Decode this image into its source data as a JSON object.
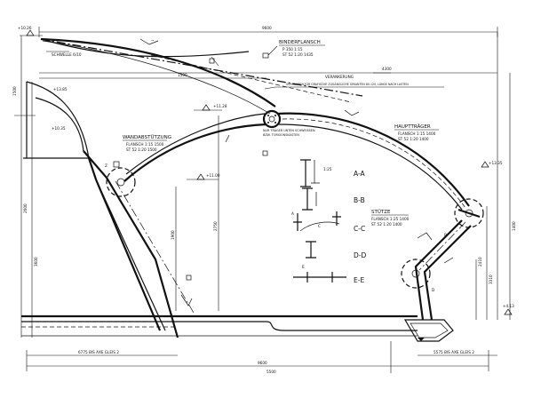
{
  "labels": {
    "top_dim": "9600",
    "dim_4300": "4300",
    "dim_1500": "1500",
    "dim_2750": "2750",
    "dim_1900": "1900",
    "dim_2410": "2410",
    "dim_3310": "3310",
    "dim_1400": "1400",
    "dim_2600": "2600",
    "dim_3600": "3600",
    "dim_1500b": "1500",
    "dim_5500": "5500",
    "elev_left_top": "+10.26",
    "elev_left_mid": "+13.85",
    "elev_left_mid2": "+10.35",
    "elev_center": "+11.28",
    "elev_center2": "+11.00",
    "elev_right": "+4.13",
    "elev_right_top": "+13.35",
    "binderflansch_title": "BINDERFLANSCH",
    "binderflansch_l1": "P 350   1:15",
    "binderflansch_l2": "ST 52   1:20 1435",
    "schwelle": "SCHWELLE 6/10",
    "note_arrow": "SCHRAUBEN FÜR GRAFISCHE ZUGÄNGLICHE SEKANTEN 80-120, LÄNGE NACH LASTEN",
    "verankerung": "VERANKERUNG",
    "wand_title": "WANDABSTÜTZUNG",
    "wand_l1": "FLANSCH  1:15 1500",
    "wand_l2": "ST 52   1:20 1500",
    "haupt_title": "HAUPTTRÄGER",
    "haupt_l1": "FLANSCH  1:15 1400",
    "haupt_l2": "ST 52   1:20 1400",
    "stuetze_title": "STÜTZE",
    "stuetze_l1": "FLANSCH  1:25 1400",
    "stuetze_l2": "ST 52   1:20 1400",
    "section_aa": "A-A",
    "section_bb": "B-B",
    "section_cc": "C-C",
    "section_dd": "D-D",
    "section_ee": "E-E",
    "pt_a": "A",
    "pt_b": "B",
    "pt_c": "C",
    "pt_d": "D",
    "pt_e": "E",
    "bottom_left_note": "6775 BIS AXE GLEIS 2",
    "bottom_right_note": "5575 BIS AXE GLEIS 2",
    "bottom_dim_center": "9600",
    "mid_note": "NUR TRÄGER UNTEN SCHWEISSEN",
    "mid_note2": "BZW. TORSIONSKÄSTEN"
  }
}
